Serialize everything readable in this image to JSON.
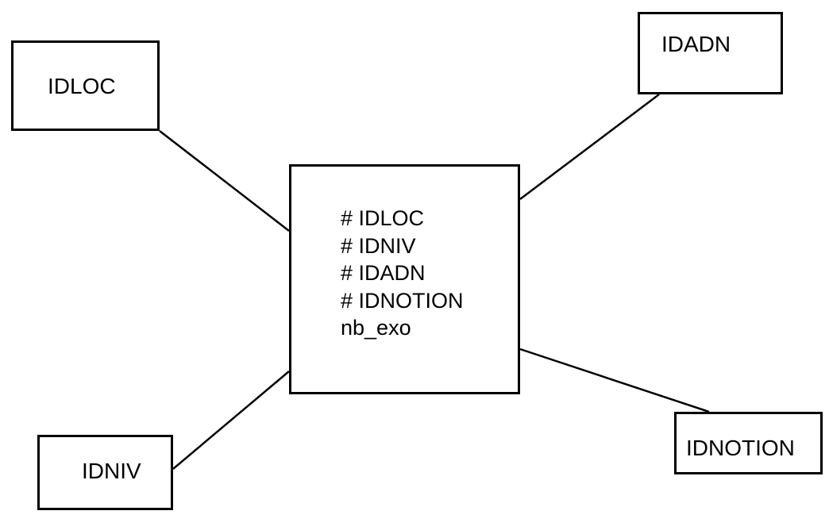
{
  "entities": {
    "idloc": {
      "label": "IDLOC"
    },
    "idadn": {
      "label": "IDADN"
    },
    "idniv": {
      "label": "IDNIV"
    },
    "idnotion": {
      "label": "IDNOTION"
    }
  },
  "association": {
    "attributes": [
      "# IDLOC",
      "# IDNIV",
      "# IDADN",
      "# IDNOTION",
      "nb_exo"
    ]
  },
  "colors": {
    "stroke": "#000000",
    "background": "#ffffff"
  }
}
